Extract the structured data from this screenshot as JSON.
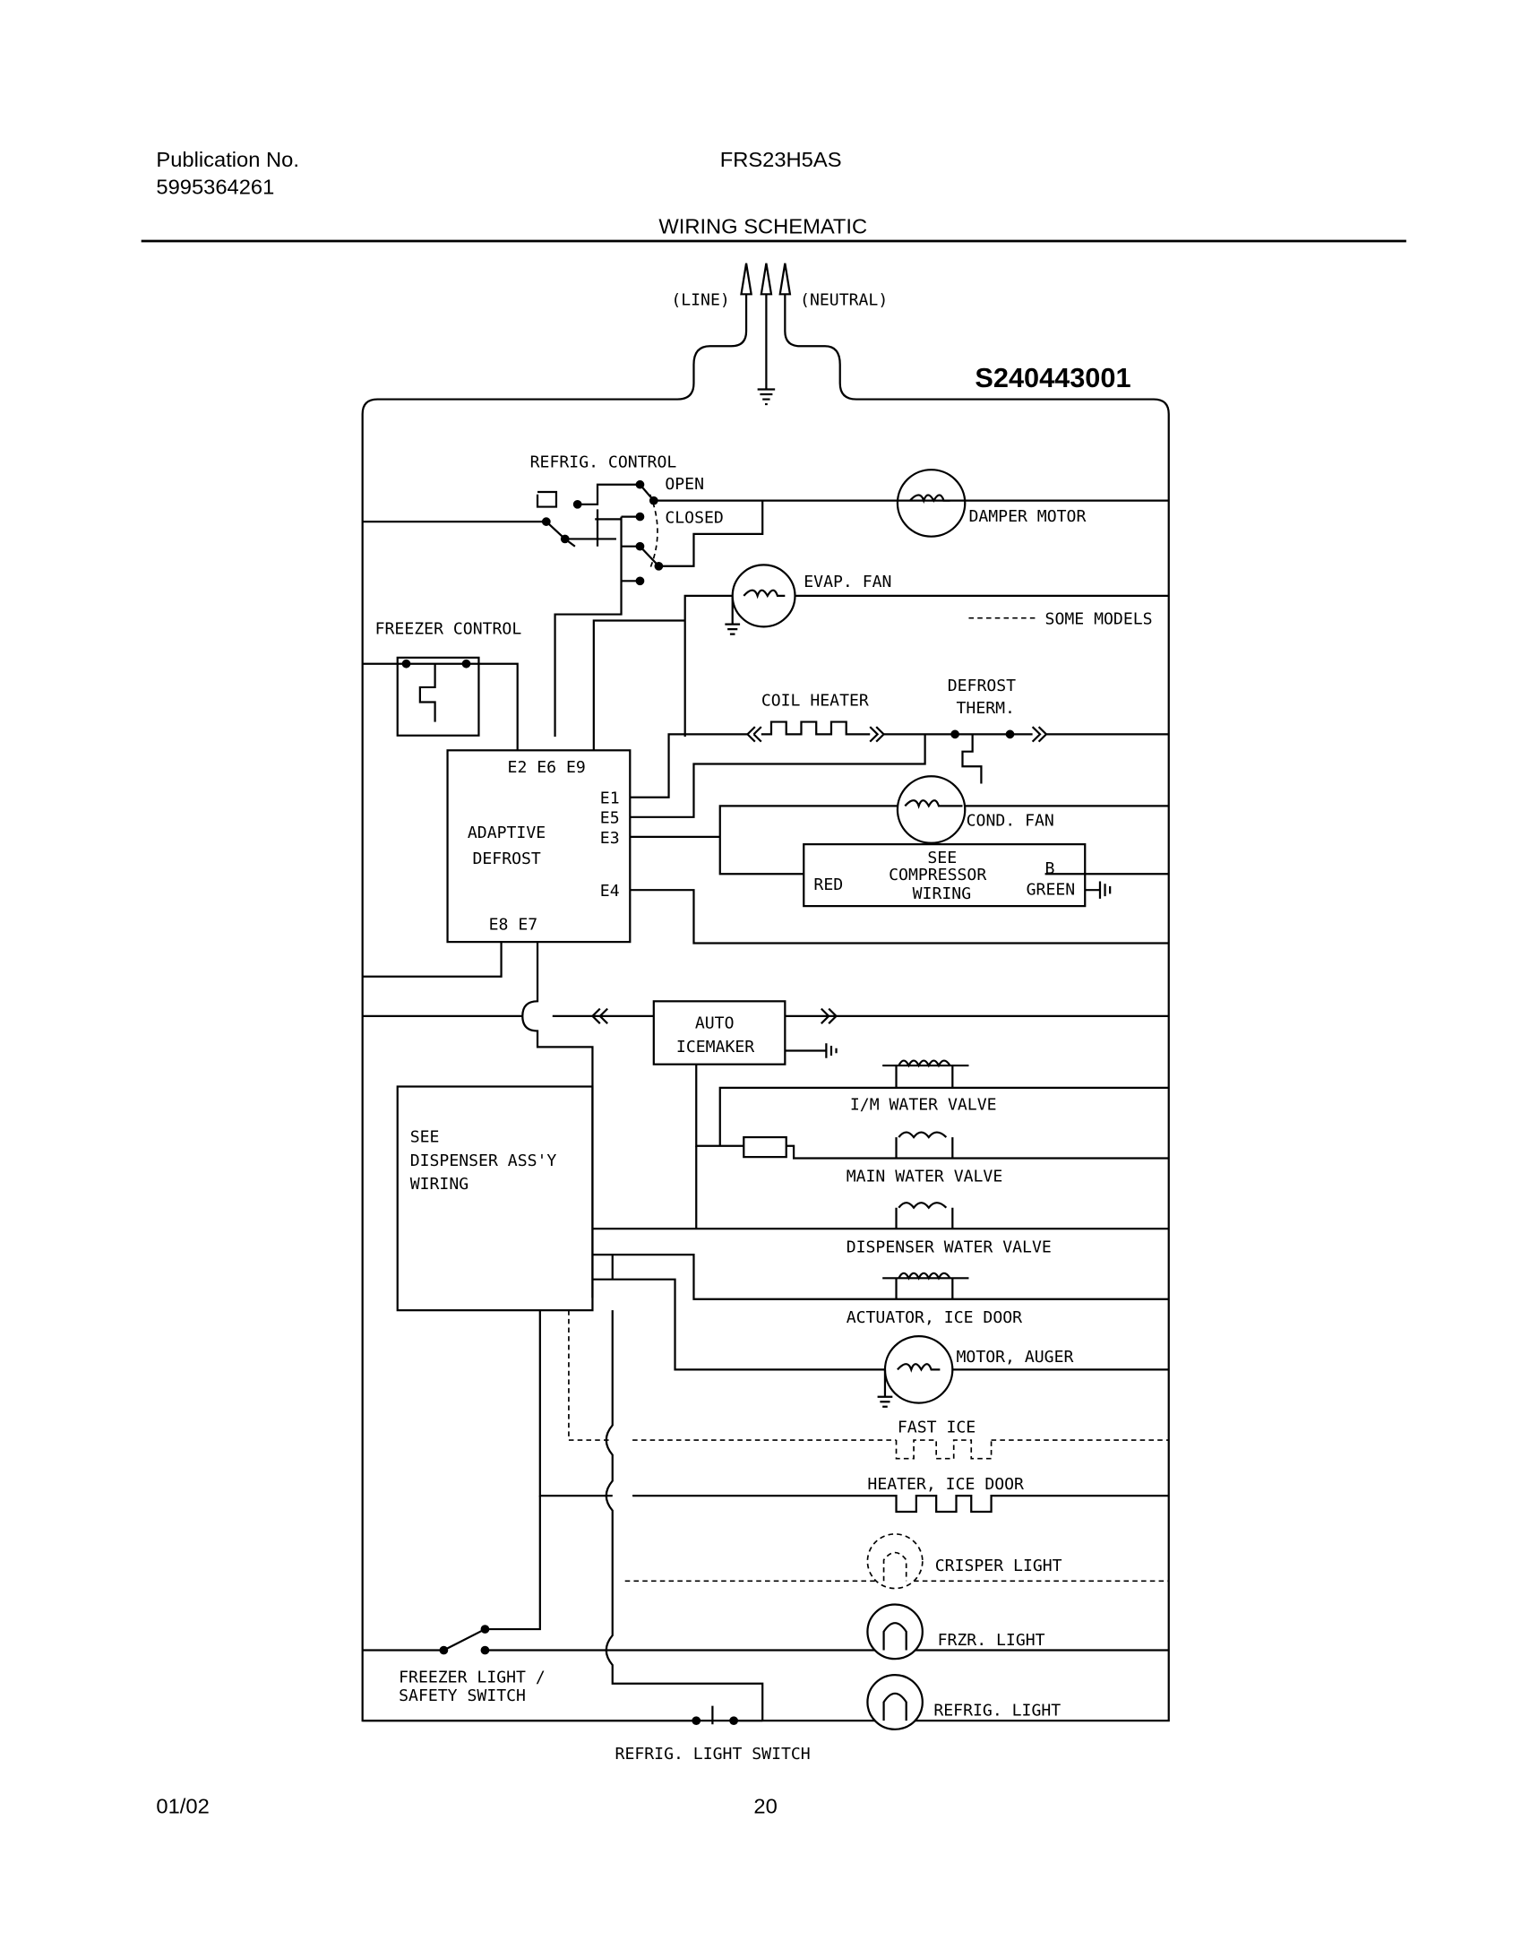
{
  "header": {
    "publication_label": "Publication No.",
    "publication_number": "5995364261",
    "model": "FRS23H5AS",
    "title": "WIRING SCHEMATIC"
  },
  "diagram": {
    "drawing_number": "S240443001",
    "line": "(LINE)",
    "neutral": "(NEUTRAL)",
    "refrig_control": "REFRIG. CONTROL",
    "open": "OPEN",
    "closed": "CLOSED",
    "damper_motor": "DAMPER MOTOR",
    "evap_fan": "EVAP. FAN",
    "some_models": "SOME MODELS",
    "freezer_control": "FREEZER CONTROL",
    "coil_heater": "COIL HEATER",
    "defrost_therm_1": "DEFROST",
    "defrost_therm_2": "THERM.",
    "terminals_top": "E2  E6  E9",
    "e1": "E1",
    "e5": "E5",
    "e3": "E3",
    "e4": "E4",
    "terminals_bottom": "E8  E7",
    "adaptive": "ADAPTIVE",
    "defrost": "DEFROST",
    "cond_fan": "COND. FAN",
    "compressor_1": "SEE",
    "compressor_2": "COMPRESSOR",
    "compressor_3": "WIRING",
    "red": "RED",
    "b": "B",
    "green": "GREEN",
    "auto": "AUTO",
    "icemaker": "ICEMAKER",
    "dispenser_1": "SEE",
    "dispenser_2": "DISPENSER ASS'Y",
    "dispenser_3": "WIRING",
    "im_water_valve": "I/M WATER VALVE",
    "main_water_valve": "MAIN WATER VALVE",
    "dispenser_water_valve": "DISPENSER WATER VALVE",
    "actuator_ice_door": "ACTUATOR, ICE DOOR",
    "motor_auger": "MOTOR, AUGER",
    "fast_ice": "FAST ICE",
    "heater_ice_door": "HEATER, ICE DOOR",
    "crisper_light": "CRISPER LIGHT",
    "frzr_light": "FRZR. LIGHT",
    "refrig_light": "REFRIG. LIGHT",
    "freezer_switch_1": "FREEZER LIGHT /",
    "freezer_switch_2": "SAFETY SWITCH",
    "refrig_light_switch": "REFRIG. LIGHT SWITCH"
  },
  "footer": {
    "date": "01/02",
    "page": "20"
  }
}
